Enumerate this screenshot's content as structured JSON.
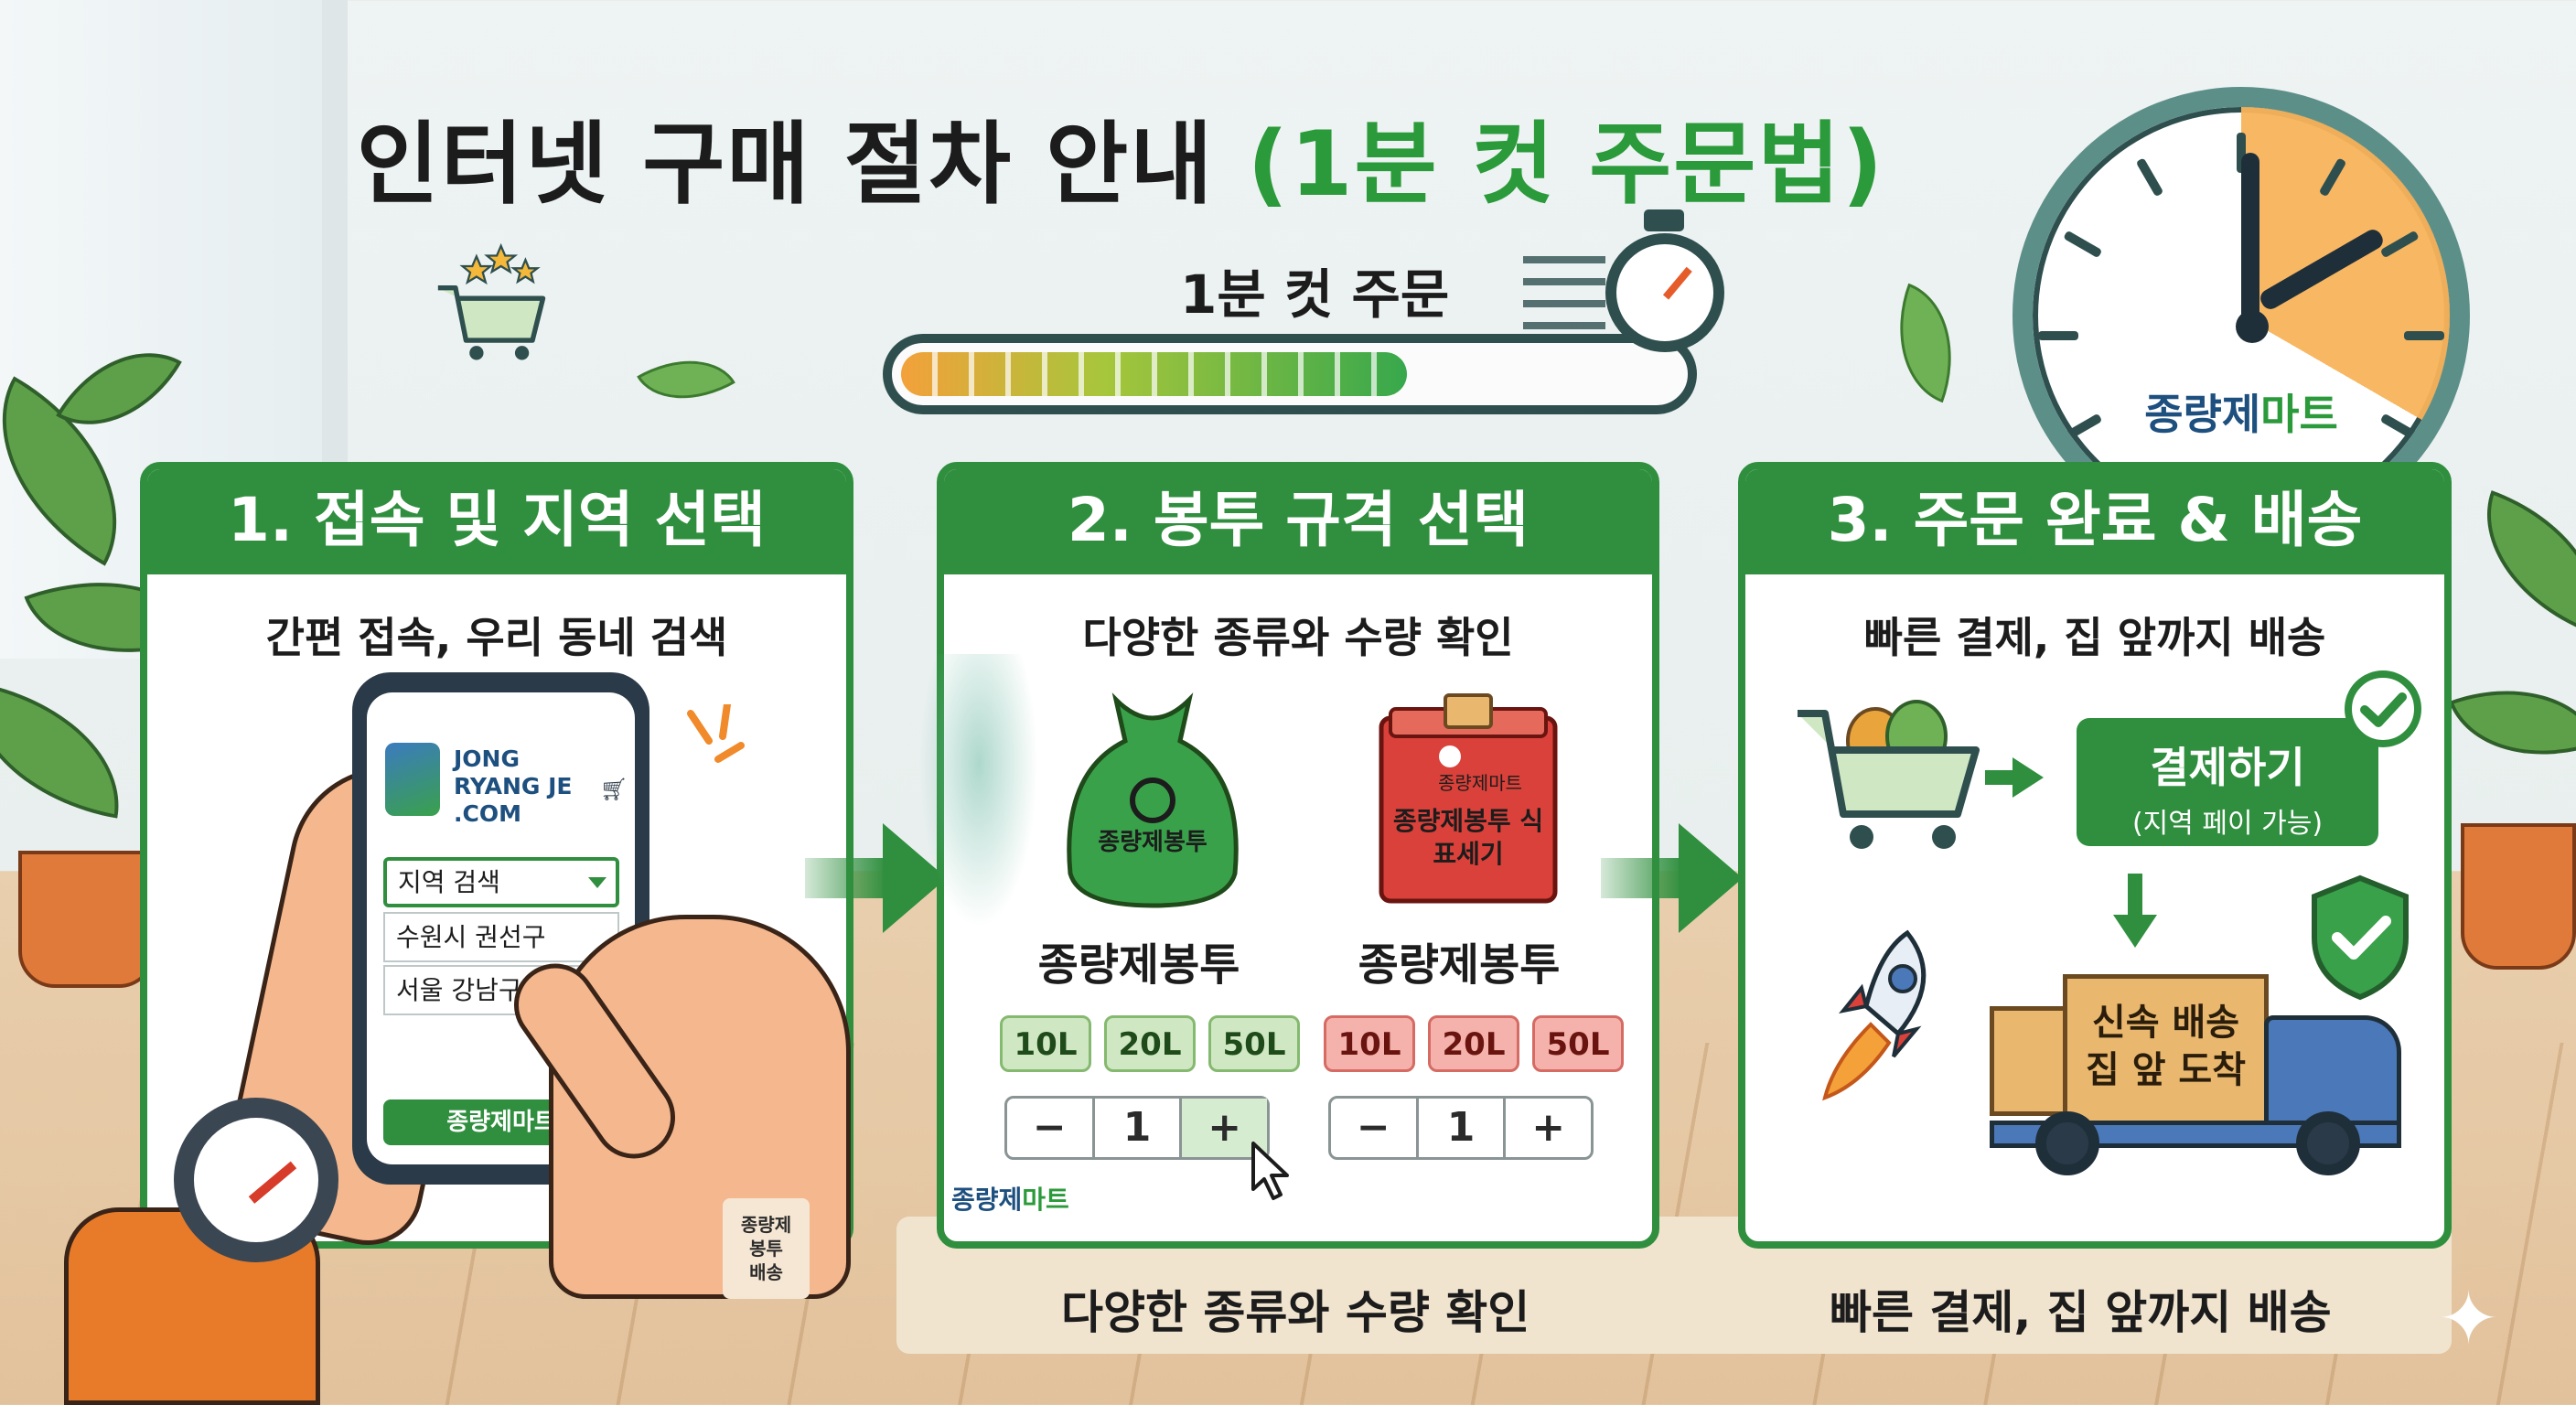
{
  "title": {
    "main": "인터넷 구매 절차 안내",
    "highlight": "(1분 컷 주문법)"
  },
  "progress": {
    "label": "1분 컷 주문",
    "value_fraction": 0.65
  },
  "clock": {
    "brand_part1": "종량제",
    "brand_part2": "마트"
  },
  "steps": [
    {
      "title": "1. 접속 및 지역 선택",
      "subtitle": "간편 접속, 우리 동네 검색",
      "phone": {
        "site_name_line1": "JONG",
        "site_name_line2": "RYANG JE",
        "site_name_line3": ".COM",
        "cart_icon": "cart-icon",
        "search_select": "지역 검색",
        "options": [
          "수원시 권선구",
          "서울 강남구"
        ],
        "brand_button": "종량제마트"
      },
      "sticker": [
        "종량제",
        "봉투",
        "배송"
      ]
    },
    {
      "title": "2. 봉투 규격 선택",
      "subtitle": "다양한 종류와 수량 확인",
      "products": [
        {
          "bag_label": "종량제봉투",
          "name": "종량제봉투",
          "sizes": [
            "10L",
            "20L",
            "50L"
          ],
          "quantity": "1",
          "minus": "−",
          "plus": "+",
          "color": "#3aa14b"
        },
        {
          "bag_label_small": "종량제마트",
          "bag_label": "종량제봉투 식표세기",
          "name": "종량제봉투",
          "sizes": [
            "10L",
            "20L",
            "50L"
          ],
          "quantity": "1",
          "minus": "−",
          "plus": "+",
          "color": "#d9413a"
        }
      ],
      "brand_part1": "종량제",
      "brand_part2": "마트",
      "caption": "다양한 종류와 수량 확인"
    },
    {
      "title": "3. 주문 완료 & 배송",
      "subtitle": "빠른 결제, 집 앞까지 배송",
      "pay_button": "결제하기",
      "pay_note": "(지역 페이 가능)",
      "truck_text_line1": "신속 배송",
      "truck_text_line2": "집 앞 도착",
      "caption": "빠른 결제, 집 앞까지 배송"
    }
  ],
  "colors": {
    "brand_green": "#2f8f3e",
    "accent_orange": "#f8b35a",
    "brand_blue": "#1d4f7f"
  }
}
